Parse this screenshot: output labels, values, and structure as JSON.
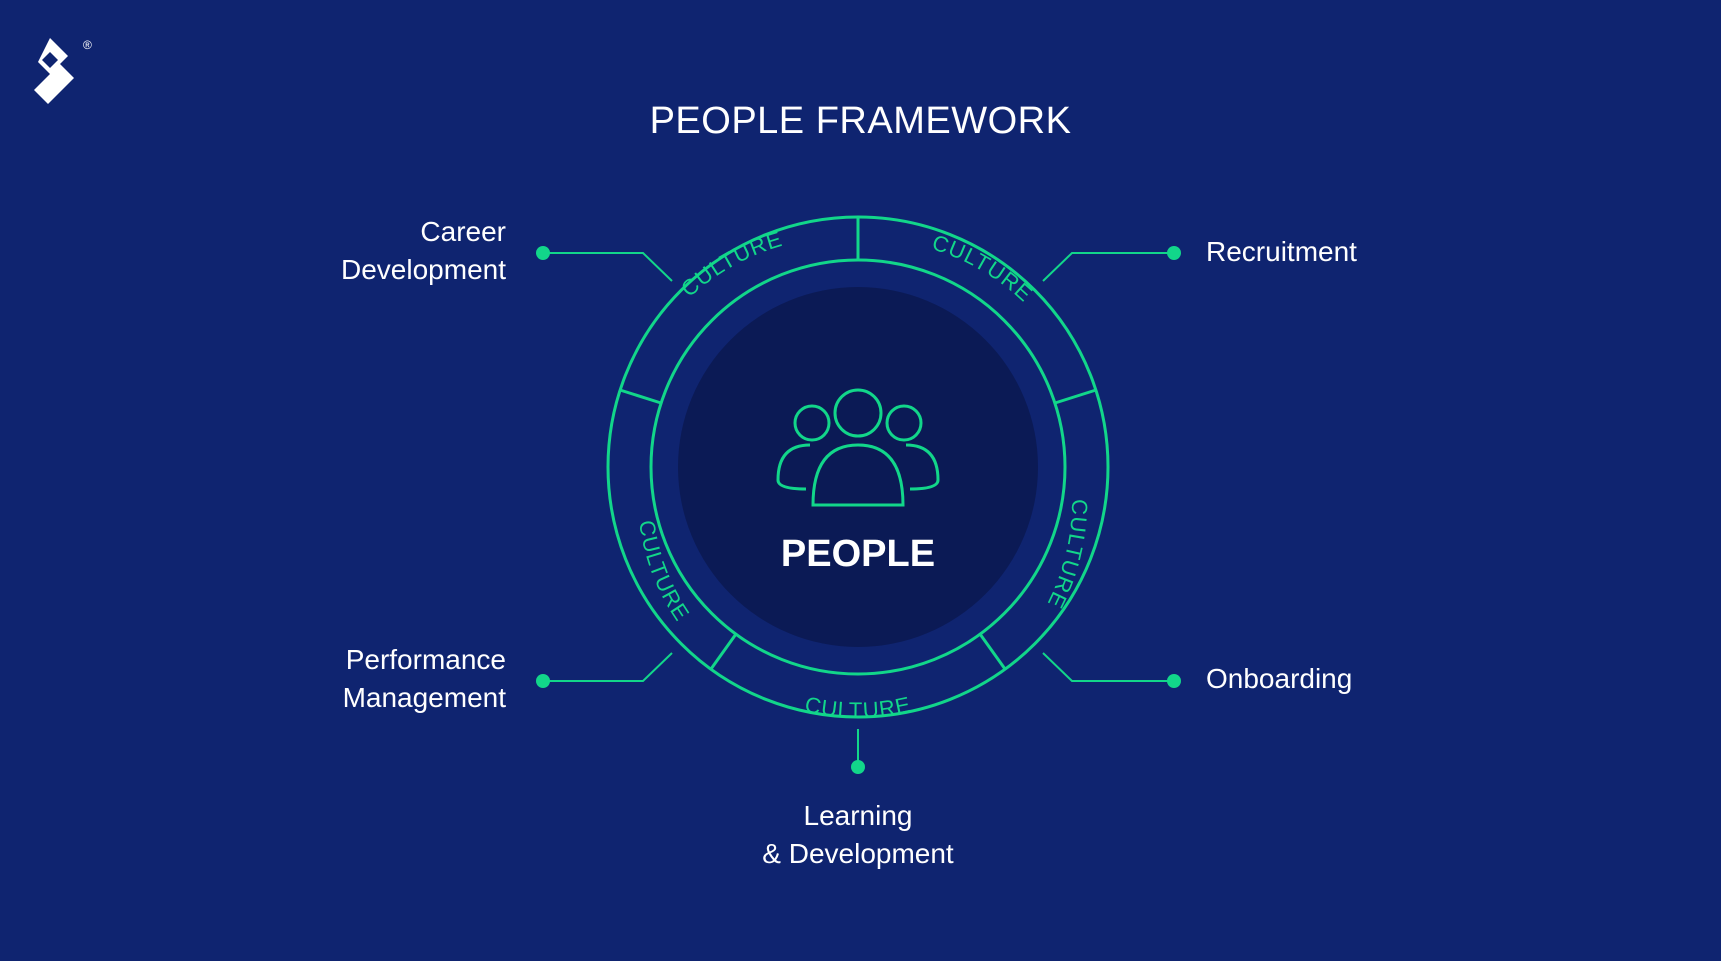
{
  "title": "PEOPLE FRAMEWORK",
  "center_label": "PEOPLE",
  "ring_label": "CULTURE",
  "logo": {
    "icon": "toptal-logo-icon",
    "mark": "®"
  },
  "components": {
    "career": [
      "Career",
      "Development"
    ],
    "recruitment": [
      "Recruitment"
    ],
    "performance": [
      "Performance",
      "Management"
    ],
    "onboarding": [
      "Onboarding"
    ],
    "learning": [
      "Learning",
      "& Development"
    ]
  },
  "colors": {
    "background": "#0f2470",
    "accent": "#12d68a",
    "inner_circle": "#0b1a55",
    "text": "#ffffff"
  }
}
